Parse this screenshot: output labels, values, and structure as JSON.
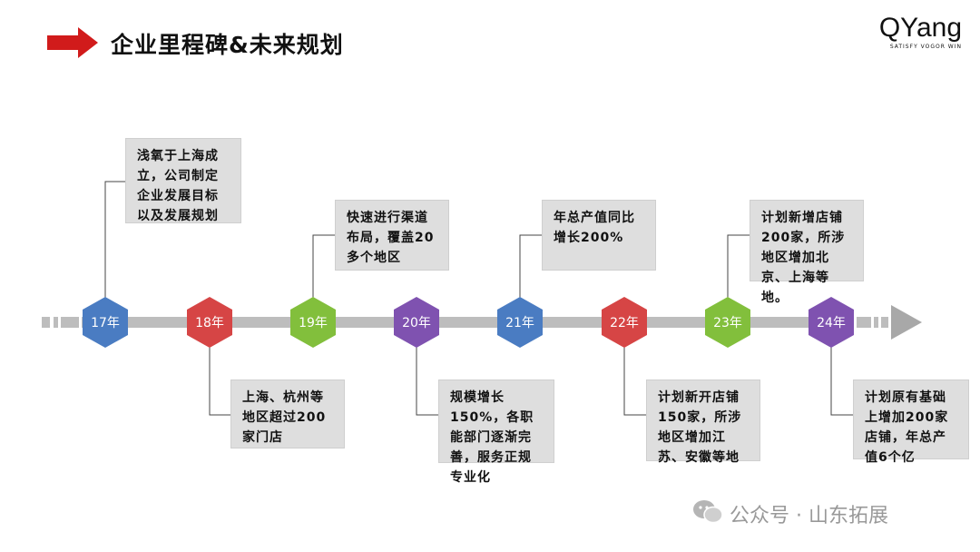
{
  "title": "企业里程碑&未来规划",
  "logo": {
    "main": "QYang",
    "tagline": "SATISFY VOGOR WIN"
  },
  "milestones": [
    {
      "year": "17年",
      "color": "#4a7cc2",
      "text": "浅氧于上海成立，公司制定企业发展目标以及发展规划"
    },
    {
      "year": "18年",
      "color": "#d64545",
      "text": "上海、杭州等地区超过200家门店"
    },
    {
      "year": "19年",
      "color": "#82bf3c",
      "text": "快速进行渠道布局，覆盖20多个地区"
    },
    {
      "year": "20年",
      "color": "#7f52b0",
      "text": "规模增长150%，各职能部门逐渐完善，服务正规专业化"
    },
    {
      "year": "21年",
      "color": "#4a7cc2",
      "text": "年总产值同比增长200%"
    },
    {
      "year": "22年",
      "color": "#d64545",
      "text": "计划新开店铺150家，所涉地区增加江苏、安徽等地"
    },
    {
      "year": "23年",
      "color": "#82bf3c",
      "text": "计划新增店铺200家，所涉地区增加北京、上海等地。"
    },
    {
      "year": "24年",
      "color": "#7f52b0",
      "text": "计划原有基础上增加200家店铺，年总产值6个亿"
    }
  ],
  "watermark": "公众号 · 山东拓展",
  "colors": {
    "arrow": "#d11b1b",
    "timeline": "#bdbdbd"
  }
}
